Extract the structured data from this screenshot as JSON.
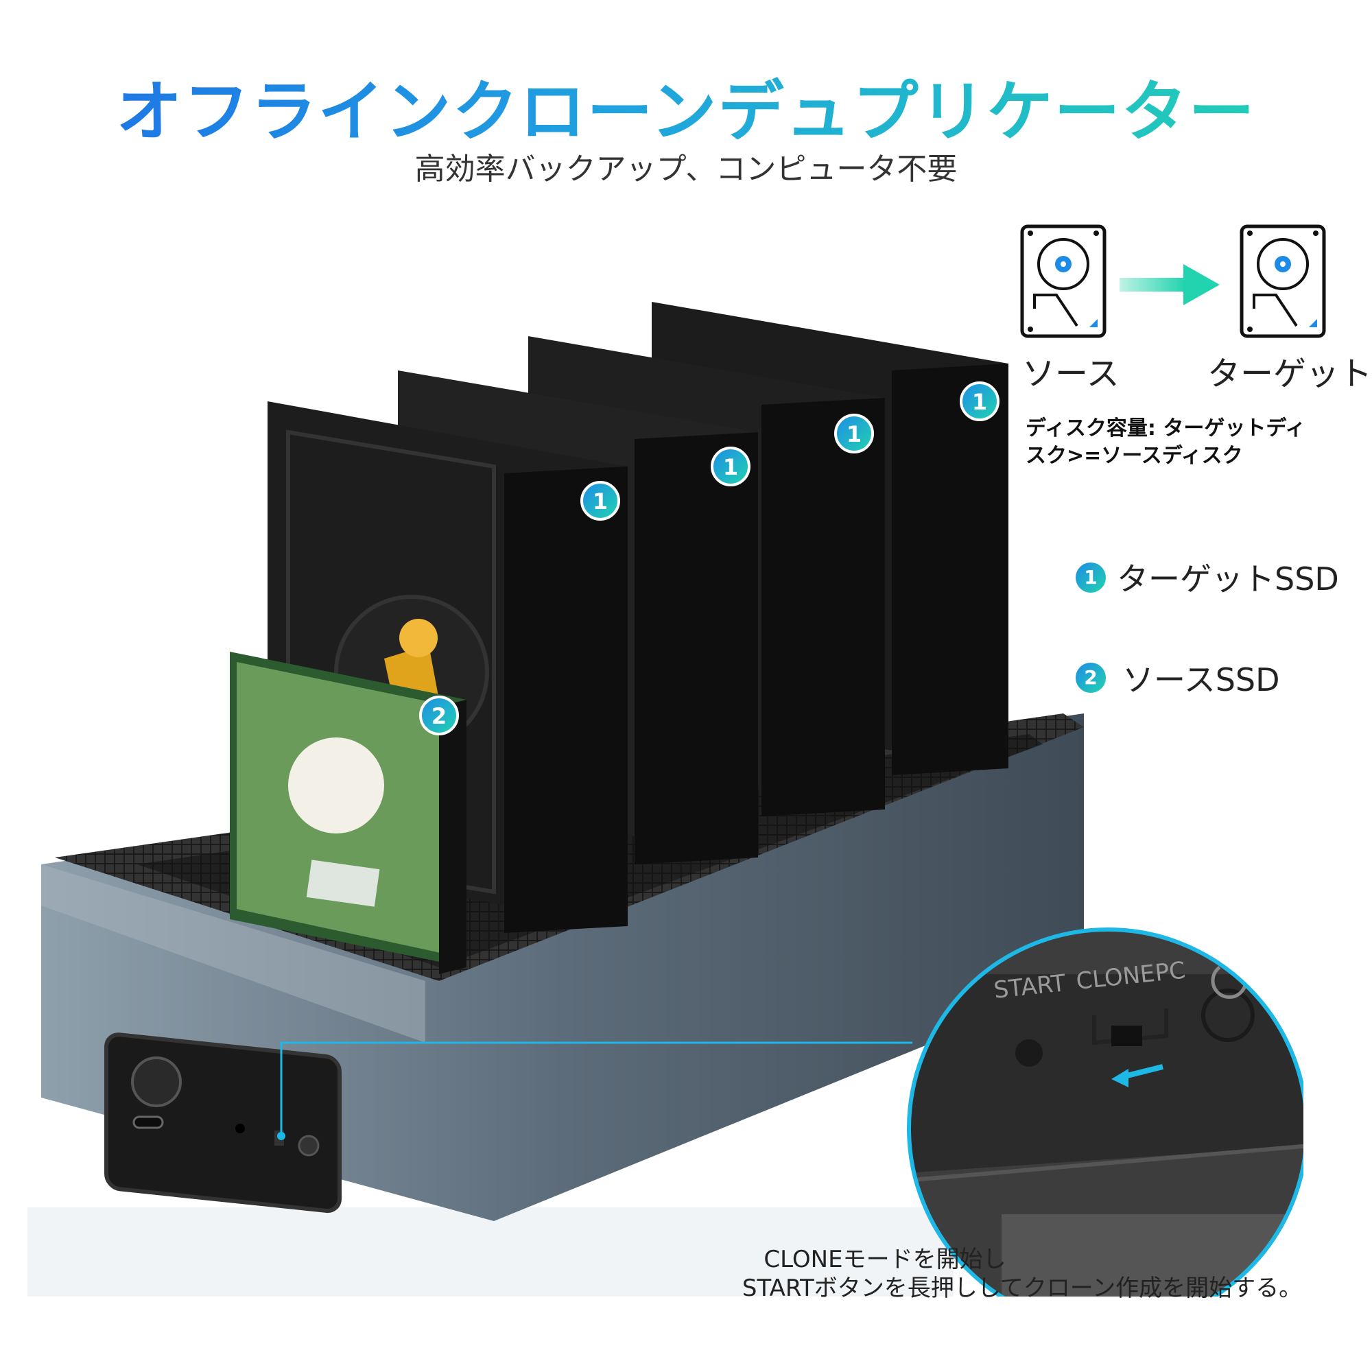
{
  "header": {
    "title": "オフラインクローンデュプリケーター",
    "subtitle": "高効率バックアップ、コンピュータ不要"
  },
  "diagram": {
    "source_label": "ソース",
    "target_label": "ターゲット",
    "capacity_note_line1": "ディスク容量:  ターゲットディ",
    "capacity_note_line2": "スク>=ソースディスク"
  },
  "legend": {
    "item1_num": "1",
    "item1_label": "ターゲットSSD",
    "item2_num": "2",
    "item2_label": "ソースSSD"
  },
  "device": {
    "panel_labels": [
      "START",
      "CLONE",
      "PC"
    ],
    "badges": [
      "1",
      "1",
      "1",
      "1",
      "2"
    ]
  },
  "caption": {
    "line1": "CLONEモードを開始し",
    "line2": "STARTボタンを長押ししてクローン作成を開始する。"
  },
  "colors": {
    "accent_blue": "#1e6fe6",
    "accent_teal": "#22d3b0",
    "device_gray": "#5d6c7a"
  }
}
